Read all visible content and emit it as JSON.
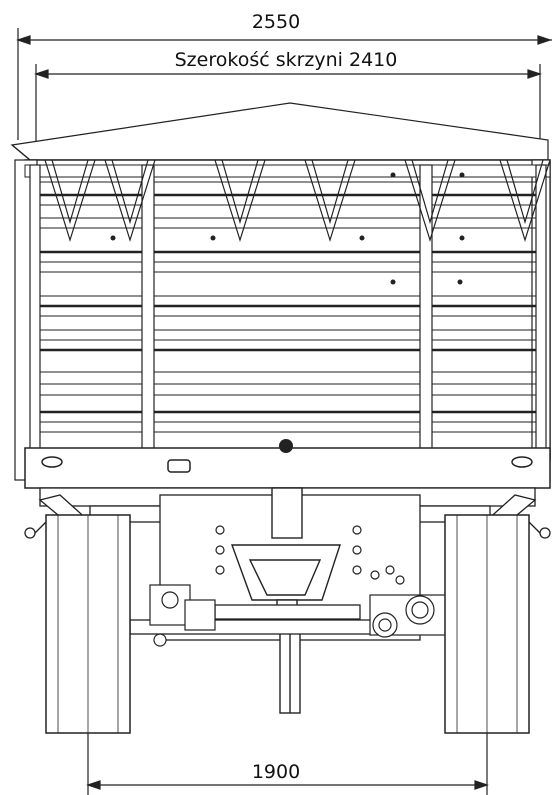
{
  "dimensions": {
    "overall_width_label": "2550",
    "box_width_label": "Szerokość skrzyni 2410",
    "track_width_label": "1900"
  },
  "colors": {
    "line": "#222222",
    "background": "#ffffff",
    "shade": "#cfcfcf"
  }
}
